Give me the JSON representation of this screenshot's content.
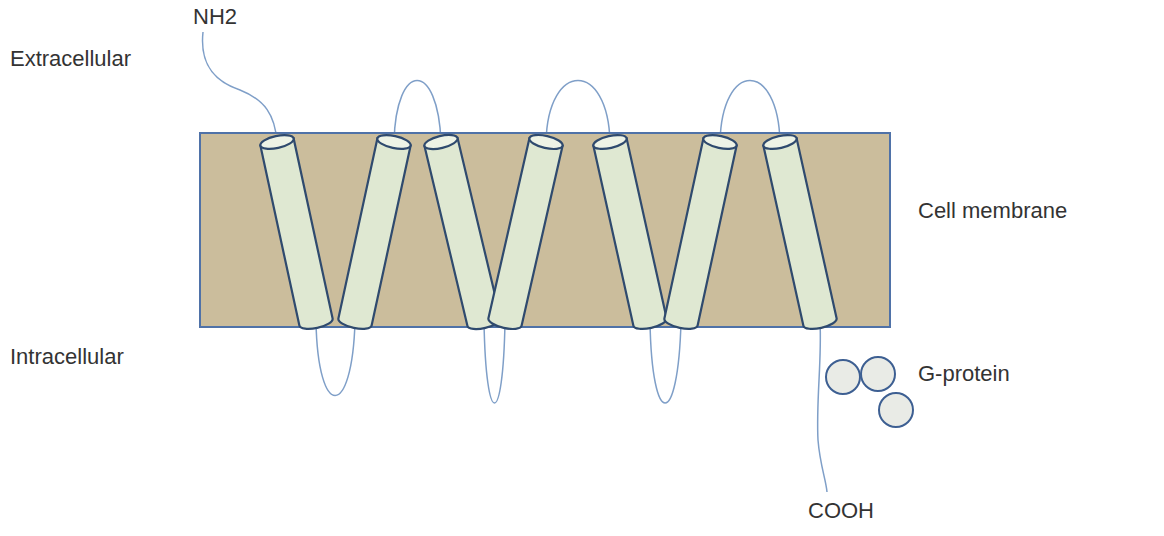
{
  "diagram": {
    "labels": [
      "NH2",
      "Extracellular",
      "Cell membrane",
      "Intracellular",
      "G-protein",
      "COOH"
    ]
  }
}
